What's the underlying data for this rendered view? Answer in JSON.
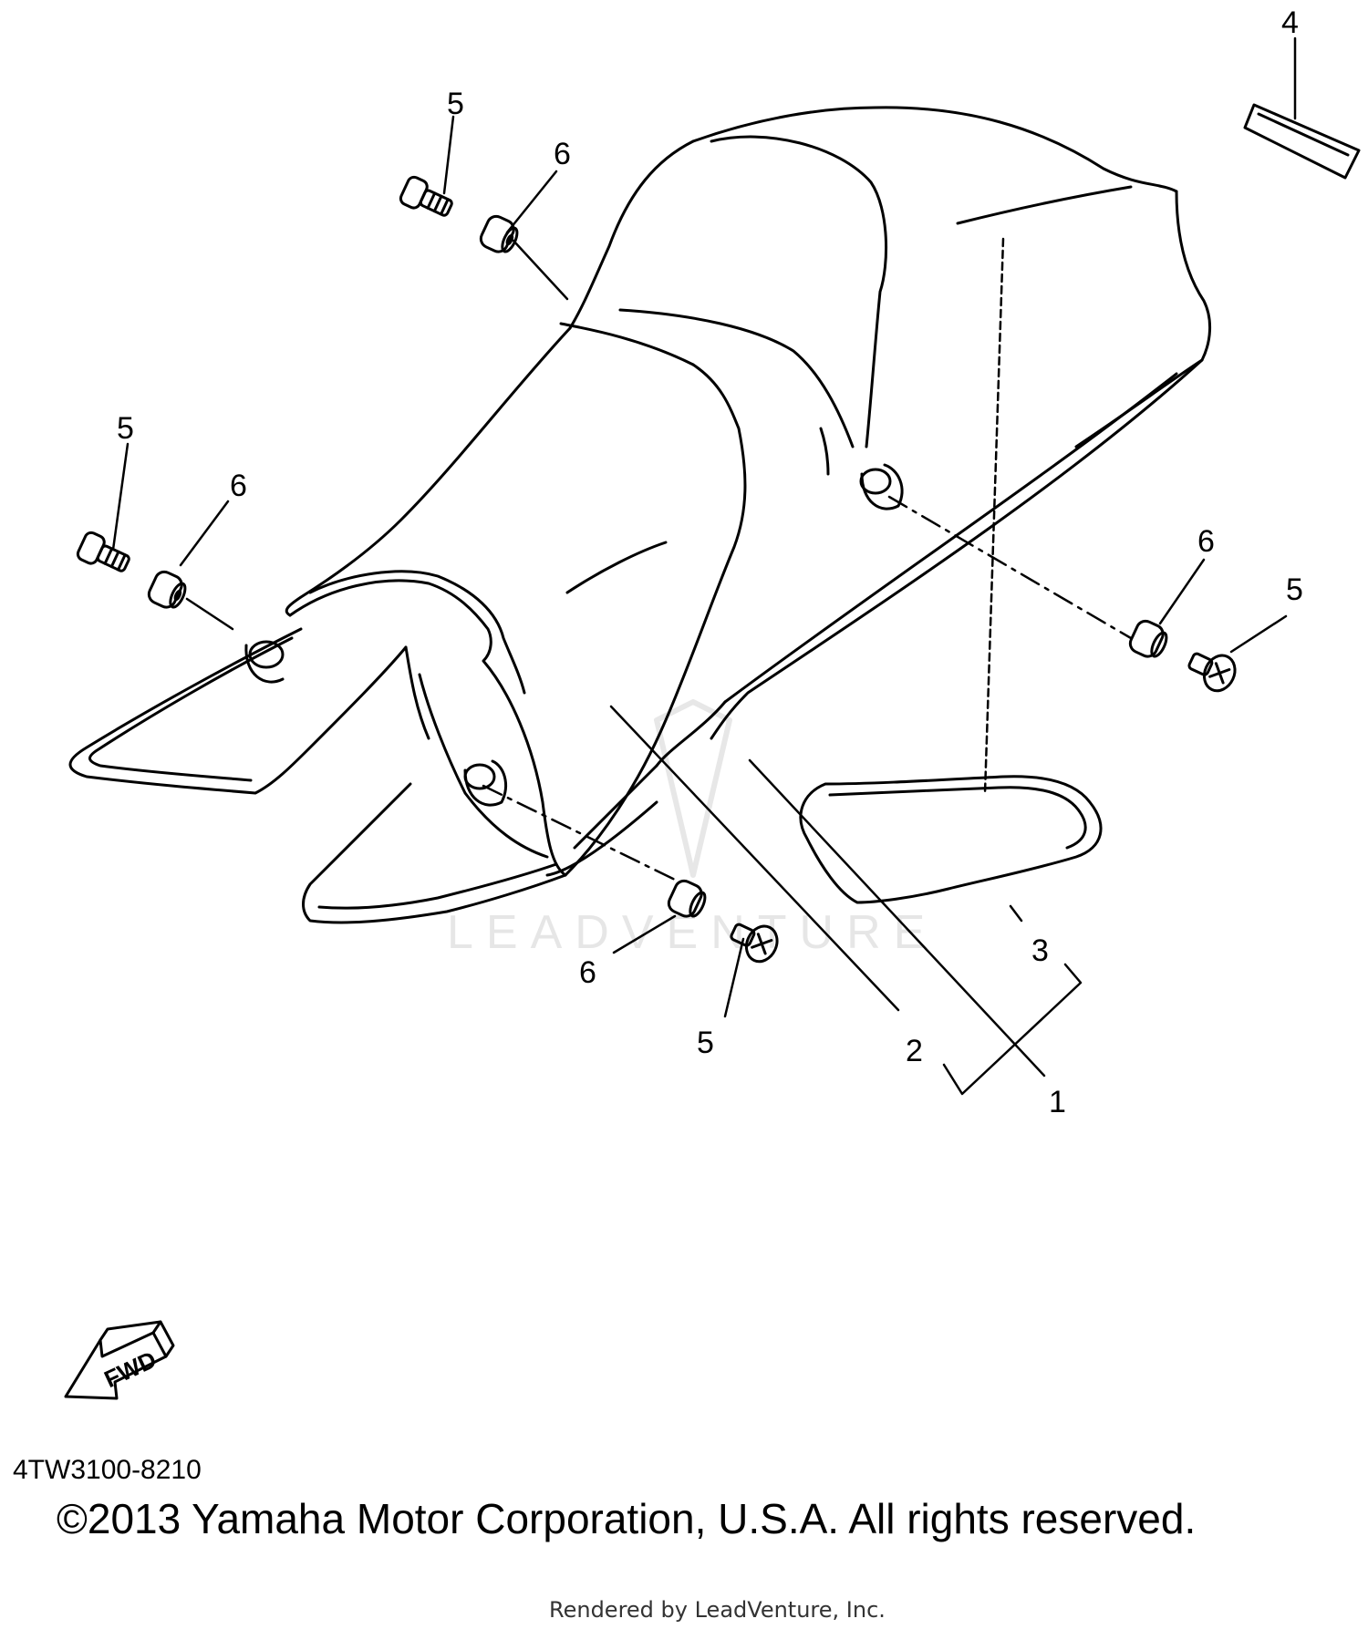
{
  "callouts": {
    "c1": "1",
    "c2": "2",
    "c3": "3",
    "c4": "4",
    "c5a": "5",
    "c5b": "5",
    "c5c": "5",
    "c5d": "5",
    "c6a": "6",
    "c6b": "6",
    "c6c": "6",
    "c6d": "6"
  },
  "fwd_label": "FWD",
  "watermark": "LEADVENTURE",
  "part_number": "4TW3100-8210",
  "copyright": "©2013 Yamaha Motor Corporation, U.S.A. All rights reserved.",
  "rendered_by": "Rendered by LeadVenture, Inc.",
  "icons": {
    "fwd_arrow": "fwd-arrow-icon",
    "bolt": "bolt-icon",
    "grommet": "grommet-icon"
  }
}
